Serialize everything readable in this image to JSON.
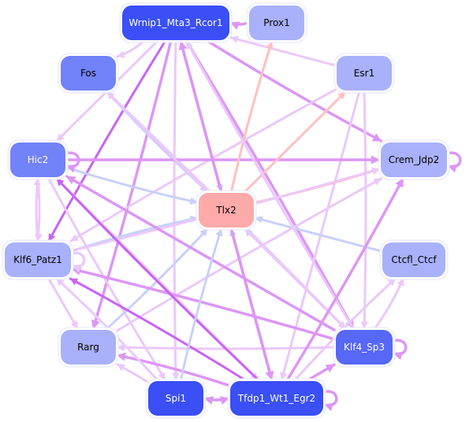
{
  "title": "Gene regulatory network",
  "nodes": [
    {
      "id": "Wrnip1_Mta3_Rcor1",
      "label": "Wrnip1_Mta3_Rcor1",
      "fill": "#3a4ff5",
      "text_color": "#ffffff"
    },
    {
      "id": "Prox1",
      "label": "Prox1",
      "fill": "#a9b1fb",
      "text_color": "#000000"
    },
    {
      "id": "Fos",
      "label": "Fos",
      "fill": "#7282f8",
      "text_color": "#000000"
    },
    {
      "id": "Esr1",
      "label": "Esr1",
      "fill": "#a9b1fb",
      "text_color": "#000000"
    },
    {
      "id": "Hic2",
      "label": "Hic2",
      "fill": "#7282f8",
      "text_color": "#ffffff"
    },
    {
      "id": "Crem_Jdp2",
      "label": "Crem_Jdp2",
      "fill": "#a9b1fb",
      "text_color": "#000000"
    },
    {
      "id": "Tlx2",
      "label": "Tlx2",
      "fill": "#ffaaaa",
      "text_color": "#000000"
    },
    {
      "id": "Klf6_Patz1",
      "label": "Klf6_Patz1",
      "fill": "#a9b1fb",
      "text_color": "#000000"
    },
    {
      "id": "Ctcfl_Ctcf",
      "label": "Ctcfl_Ctcf",
      "fill": "#a9b1fb",
      "text_color": "#000000"
    },
    {
      "id": "Rarg",
      "label": "Rarg",
      "fill": "#a9b1fb",
      "text_color": "#000000"
    },
    {
      "id": "Klf4_Sp3",
      "label": "Klf4_Sp3",
      "fill": "#5767f6",
      "text_color": "#ffffff"
    },
    {
      "id": "Spi1",
      "label": "Spi1",
      "fill": "#3a4ff5",
      "text_color": "#ffffff"
    },
    {
      "id": "Tfdp1_Wt1_Egr2",
      "label": "Tfdp1_Wt1_Egr2",
      "fill": "#3a4ff5",
      "text_color": "#ffffff"
    }
  ],
  "edge_colors": {
    "activation_strong": "#c864f5",
    "activation": "#dc96f5",
    "activation_weak": "#ebc8fa",
    "repression": "#c8d0fa",
    "tlx2_out": "#ffc0c0"
  },
  "edges": [
    {
      "from": "Wrnip1_Mta3_Rcor1",
      "to": "Fos",
      "type": "activation_weak"
    },
    {
      "from": "Wrnip1_Mta3_Rcor1",
      "to": "Hic2",
      "type": "activation_weak"
    },
    {
      "from": "Wrnip1_Mta3_Rcor1",
      "to": "Klf6_Patz1",
      "type": "activation_strong"
    },
    {
      "from": "Wrnip1_Mta3_Rcor1",
      "to": "Rarg",
      "type": "activation"
    },
    {
      "from": "Wrnip1_Mta3_Rcor1",
      "to": "Tlx2",
      "type": "repression"
    },
    {
      "from": "Wrnip1_Mta3_Rcor1",
      "to": "Crem_Jdp2",
      "type": "activation"
    },
    {
      "from": "Wrnip1_Mta3_Rcor1",
      "to": "Klf4_Sp3",
      "type": "activation"
    },
    {
      "from": "Wrnip1_Mta3_Rcor1",
      "to": "Tfdp1_Wt1_Egr2",
      "type": "activation"
    },
    {
      "from": "Wrnip1_Mta3_Rcor1",
      "to": "Spi1",
      "type": "activation_weak"
    },
    {
      "from": "Prox1",
      "to": "Wrnip1_Mta3_Rcor1",
      "type": "activation"
    },
    {
      "from": "Esr1",
      "to": "Wrnip1_Mta3_Rcor1",
      "type": "activation_weak"
    },
    {
      "from": "Esr1",
      "to": "Klf6_Patz1",
      "type": "activation_weak"
    },
    {
      "from": "Esr1",
      "to": "Klf4_Sp3",
      "type": "activation_weak"
    },
    {
      "from": "Esr1",
      "to": "Tfdp1_Wt1_Egr2",
      "type": "activation_weak"
    },
    {
      "from": "Fos",
      "to": "Tlx2",
      "type": "repression"
    },
    {
      "from": "Fos",
      "to": "Klf4_Sp3",
      "type": "activation_weak"
    },
    {
      "from": "Hic2",
      "to": "Crem_Jdp2",
      "type": "activation"
    },
    {
      "from": "Hic2",
      "to": "Tlx2",
      "type": "repression"
    },
    {
      "from": "Hic2",
      "to": "Klf6_Patz1",
      "type": "activation_weak"
    },
    {
      "from": "Hic2",
      "to": "Tfdp1_Wt1_Egr2",
      "type": "activation_weak"
    },
    {
      "from": "Hic2",
      "to": "Spi1",
      "type": "activation_weak"
    },
    {
      "from": "Tlx2",
      "to": "Prox1",
      "type": "tlx2_out"
    },
    {
      "from": "Tlx2",
      "to": "Esr1",
      "type": "tlx2_out"
    },
    {
      "from": "Tlx2",
      "to": "Crem_Jdp2",
      "type": "tlx2_out"
    },
    {
      "from": "Klf6_Patz1",
      "to": "Tlx2",
      "type": "repression"
    },
    {
      "from": "Klf6_Patz1",
      "to": "Rarg",
      "type": "activation_weak"
    },
    {
      "from": "Klf6_Patz1",
      "to": "Crem_Jdp2",
      "type": "activation_weak"
    },
    {
      "from": "Klf6_Patz1",
      "to": "Hic2",
      "type": "activation_weak"
    },
    {
      "from": "Ctcfl_Ctcf",
      "to": "Tlx2",
      "type": "repression"
    },
    {
      "from": "Rarg",
      "to": "Tlx2",
      "type": "repression"
    },
    {
      "from": "Rarg",
      "to": "Crem_Jdp2",
      "type": "activation_weak"
    },
    {
      "from": "Klf4_Sp3",
      "to": "Hic2",
      "type": "activation"
    },
    {
      "from": "Klf4_Sp3",
      "to": "Klf6_Patz1",
      "type": "activation"
    },
    {
      "from": "Klf4_Sp3",
      "to": "Rarg",
      "type": "activation_weak"
    },
    {
      "from": "Klf4_Sp3",
      "to": "Tlx2",
      "type": "repression"
    },
    {
      "from": "Klf4_Sp3",
      "to": "Ctcfl_Ctcf",
      "type": "activation_weak"
    },
    {
      "from": "Klf4_Sp3",
      "to": "Wrnip1_Mta3_Rcor1",
      "type": "activation_weak"
    },
    {
      "from": "Klf4_Sp3",
      "to": "Fos",
      "type": "activation_weak"
    },
    {
      "from": "Tfdp1_Wt1_Egr2",
      "to": "Klf6_Patz1",
      "type": "activation_strong"
    },
    {
      "from": "Tfdp1_Wt1_Egr2",
      "to": "Hic2",
      "type": "activation_strong"
    },
    {
      "from": "Tfdp1_Wt1_Egr2",
      "to": "Tlx2",
      "type": "repression"
    },
    {
      "from": "Tfdp1_Wt1_Egr2",
      "to": "Crem_Jdp2",
      "type": "activation"
    },
    {
      "from": "Tfdp1_Wt1_Egr2",
      "to": "Ctcfl_Ctcf",
      "type": "activation_weak"
    },
    {
      "from": "Tfdp1_Wt1_Egr2",
      "to": "Klf4_Sp3",
      "type": "activation"
    },
    {
      "from": "Tfdp1_Wt1_Egr2",
      "to": "Rarg",
      "type": "activation"
    },
    {
      "from": "Tfdp1_Wt1_Egr2",
      "to": "Spi1",
      "type": "activation"
    },
    {
      "from": "Tfdp1_Wt1_Egr2",
      "to": "Wrnip1_Mta3_Rcor1",
      "type": "activation"
    },
    {
      "from": "Spi1",
      "to": "Tfdp1_Wt1_Egr2",
      "type": "activation"
    },
    {
      "from": "Spi1",
      "to": "Tlx2",
      "type": "repression"
    },
    {
      "from": "Spi1",
      "to": "Rarg",
      "type": "activation_weak"
    },
    {
      "from": "Spi1",
      "to": "Klf6_Patz1",
      "type": "activation_weak"
    }
  ],
  "self_loops": [
    {
      "node": "Hic2",
      "type": "activation"
    },
    {
      "node": "Crem_Jdp2",
      "type": "activation"
    },
    {
      "node": "Klf6_Patz1",
      "type": "activation_weak"
    },
    {
      "node": "Klf4_Sp3",
      "type": "activation"
    },
    {
      "node": "Tfdp1_Wt1_Egr2",
      "type": "activation"
    }
  ]
}
